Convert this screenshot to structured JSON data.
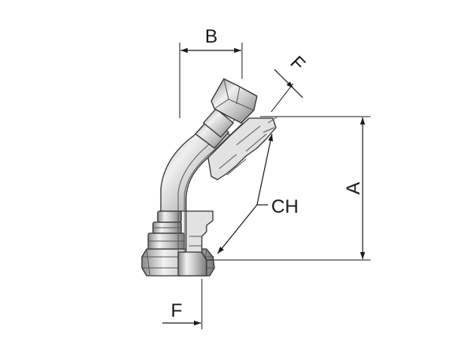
{
  "labels": {
    "b": "B",
    "a": "A",
    "ch": "CH",
    "f_top": "F",
    "f_bottom": "F"
  },
  "colors": {
    "ink": "#1a1a1a",
    "metal_light": "#eeeeee",
    "metal_mid": "#bdbdbd",
    "metal_dark": "#6e6e6e"
  }
}
